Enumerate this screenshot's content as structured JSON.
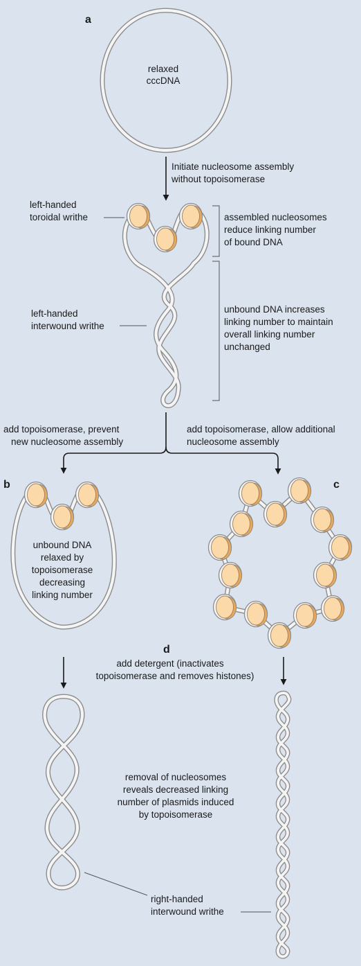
{
  "panels": {
    "a": "a",
    "b": "b",
    "c": "c",
    "d": "d"
  },
  "labels": {
    "relaxed_1": "relaxed",
    "relaxed_2": "cccDNA",
    "step1_1": "Initiate nucleosome assembly",
    "step1_2": "without topoisomerase",
    "toroidal_1": "left-handed",
    "toroidal_2": "toroidal writhe",
    "assembled_1": "assembled nucleosomes",
    "assembled_2": "reduce linking number",
    "assembled_3": "of bound DNA",
    "interwound_1": "left-handed",
    "interwound_2": "interwound writhe",
    "unbound_1": "unbound DNA increases",
    "unbound_2": "linking number to maintain",
    "unbound_3": "overall linking number",
    "unbound_4": "unchanged",
    "left_branch_1": "add topoisomerase, prevent",
    "left_branch_2": "new nucleosome assembly",
    "right_branch_1": "add topoisomerase, allow additional",
    "right_branch_2": "nucleosome assembly",
    "relaxed_by_1": "unbound DNA",
    "relaxed_by_2": "relaxed by",
    "relaxed_by_3": "topoisomerase",
    "relaxed_by_4": "decreasing",
    "relaxed_by_5": "linking number",
    "detergent_1": "add detergent (inactivates",
    "detergent_2": "topoisomerase and removes histones)",
    "removal_1": "removal of nucleosomes",
    "removal_2": "reveals decreased linking",
    "removal_3": "number of plasmids induced",
    "removal_4": "by topoisomerase",
    "right_handed_1": "right-handed",
    "right_handed_2": "interwound writhe"
  },
  "colors": {
    "background": "#dae3ee",
    "dna_outline": "#8c8c8c",
    "dna_fill": "#f4f4f4",
    "nucleosome_face": "#fbd9a9",
    "nucleosome_side": "#e8a85a",
    "arrow": "#1a1a1a",
    "text": "#1a1a1a"
  }
}
